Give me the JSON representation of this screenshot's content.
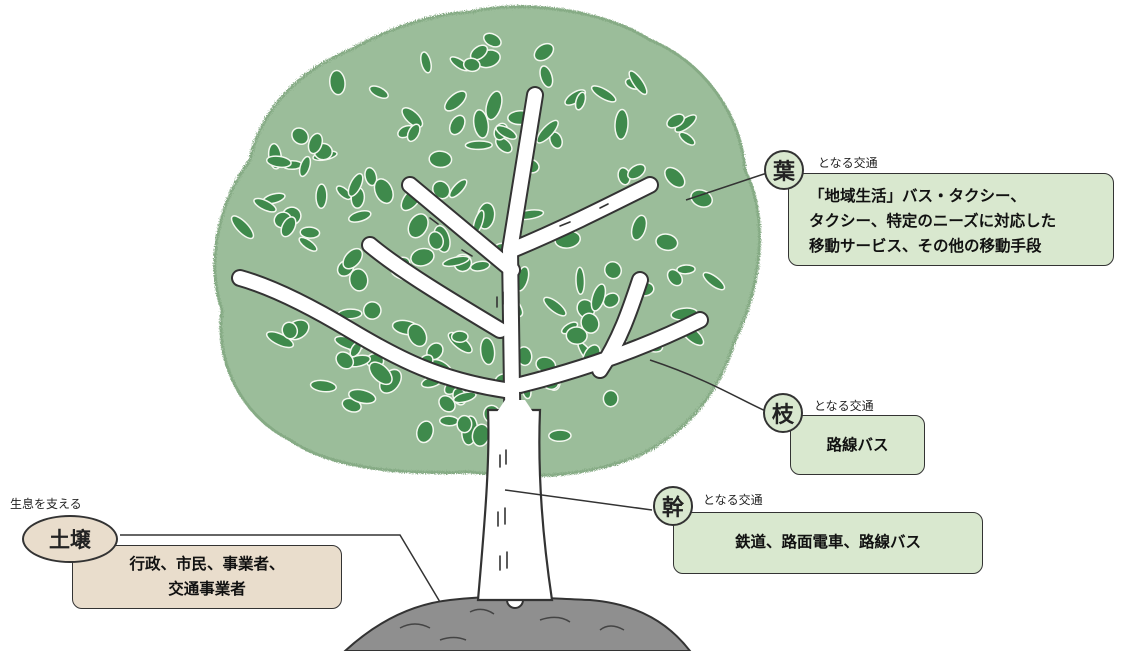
{
  "leaf": {
    "char": "葉",
    "tag": "となる交通",
    "lines": [
      "「地域生活」バス・タクシー、",
      "タクシー、特定のニーズに対応した",
      "移動サービス、その他の移動手段"
    ]
  },
  "branch": {
    "char": "枝",
    "tag": "となる交通",
    "lines": [
      "路線バス"
    ]
  },
  "trunk": {
    "char": "幹",
    "tag": "となる交通",
    "lines": [
      "鉄道、路面電車、路線バス"
    ]
  },
  "soil": {
    "tag": "生息を支える",
    "char": "土壌",
    "lines": [
      "行政、市民、事業者、",
      "交通事業者"
    ]
  },
  "colors": {
    "canopy": "#9bbd9a",
    "leaf": "#3f8a4c",
    "label_fill_green": "#d9e8cf",
    "label_fill_soil": "#e9ddcc",
    "ground": "#8f8f8f"
  }
}
